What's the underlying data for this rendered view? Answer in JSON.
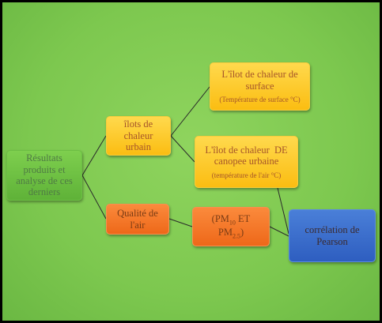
{
  "diagram": {
    "root": {
      "lines": [
        "Résultats",
        "produits et",
        "analyse de ces",
        "derniers"
      ]
    },
    "ilots": {
      "lines": [
        "îlots de",
        "chaleur",
        "urbain"
      ]
    },
    "qualite": {
      "lines": [
        "Qualité de",
        "l'air"
      ]
    },
    "surface": {
      "lines": [
        "L'îlot de chaleur de",
        "surface"
      ],
      "note": "(Température de surface °C)"
    },
    "canopee": {
      "lines": [
        "L'îlot de chaleur  DE",
        "canopee urbaine"
      ],
      "note": "(température de l'air °C)"
    },
    "pm": {
      "pm10_prefix": "(PM",
      "pm10_sub": "10",
      "pm10_suffix": " ET",
      "pm25_prefix": "PM",
      "pm25_sub": "2.5",
      "pm25_suffix": ")"
    },
    "pearson": {
      "lines": [
        "corrélation de",
        "Pearson"
      ]
    }
  },
  "colors": {
    "background": "#7dc84f",
    "root": "#6bbf44",
    "yellow": "#fbc72a",
    "orange": "#f57a2c",
    "blue": "#3a6ecd",
    "line": "#2a2a2a"
  }
}
